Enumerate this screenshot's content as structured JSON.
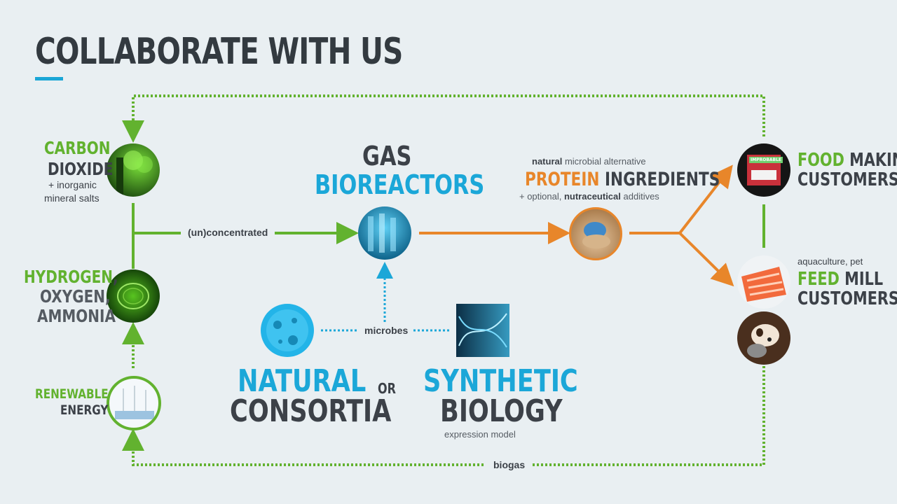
{
  "title": "COLLABORATE WITH US",
  "sources": {
    "co2": {
      "line1": "CARBON",
      "line2": "DIOXIDE",
      "note1": "+ inorganic",
      "note2": "mineral salts"
    },
    "hydrogen": {
      "line1": "HYDROGEN",
      "comma1": ",",
      "line2": "OXYGEN,",
      "line3": "AMMONIA"
    },
    "renewable": {
      "line1": "RENEWABLE",
      "line2": "ENERGY"
    }
  },
  "flow_labels": {
    "unconcentrated": "(un)concentrated",
    "microbes": "microbes",
    "biogas": "biogas",
    "or": "OR"
  },
  "bioreactors": {
    "line1": "GAS",
    "line2": "BIOREACTORS"
  },
  "protein": {
    "top_bold": "natural",
    "top_rest": " microbial alternative",
    "word1": "PROTEIN",
    "word2": " INGREDIENTS",
    "bottom_pre": "+ optional, ",
    "bottom_bold": "nutraceutical",
    "bottom_post": " additives"
  },
  "natural": {
    "line1": "NATURAL",
    "line2": "CONSORTIA"
  },
  "synthetic": {
    "line1": "SYNTHETIC",
    "line2": "BIOLOGY",
    "note": "expression model"
  },
  "food": {
    "word1": "FOOD",
    "word2": " MAKING",
    "line2": "CUSTOMERS",
    "package_text": "IMPROBABLE"
  },
  "feed": {
    "note": "aquaculture, pet",
    "word1": "FEED",
    "word2": " MILL",
    "line2": "CUSTOMERS"
  },
  "colors": {
    "green": "#62b22f",
    "dark": "#3c4148",
    "blue": "#1ba7d8",
    "orange": "#e8862a",
    "background": "#e9eff2"
  },
  "icons": [
    "smokestack-icon",
    "hydrogen-bubble-icon",
    "wind-turbine-icon",
    "bioreactor-icon",
    "protein-powder-icon",
    "microbe-icon",
    "dna-helix-icon",
    "meat-package-icon",
    "salmon-icon",
    "dog-cat-icon"
  ]
}
